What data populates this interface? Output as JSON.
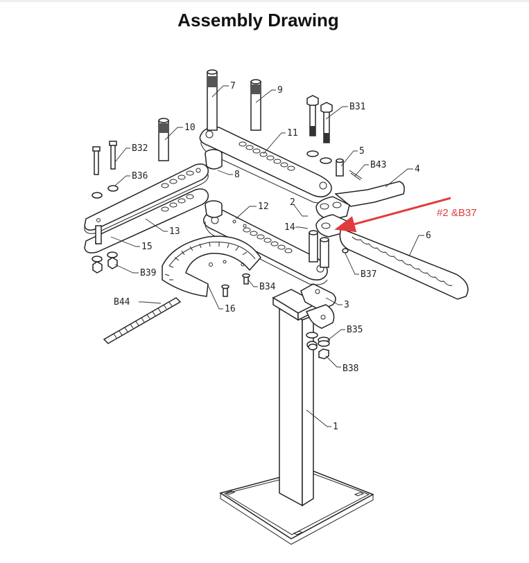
{
  "title": "Assembly Drawing",
  "annotation": {
    "text": "#2 &B37",
    "color": "#e23b3b"
  },
  "parts": {
    "p1": "1",
    "p2": "2",
    "p3": "3",
    "p4": "4",
    "p5": "5",
    "p6": "6",
    "p7": "7",
    "p8": "8",
    "p9": "9",
    "p10": "10",
    "p11": "11",
    "p12": "12",
    "p13": "13",
    "p14": "14",
    "p15": "15",
    "p16": "16",
    "b31": "B31",
    "b32": "B32",
    "b34": "B34",
    "b35": "B35",
    "b36": "B36",
    "b37": "B37",
    "b38": "B38",
    "b39": "B39",
    "b43": "B43",
    "b44": "B44"
  }
}
